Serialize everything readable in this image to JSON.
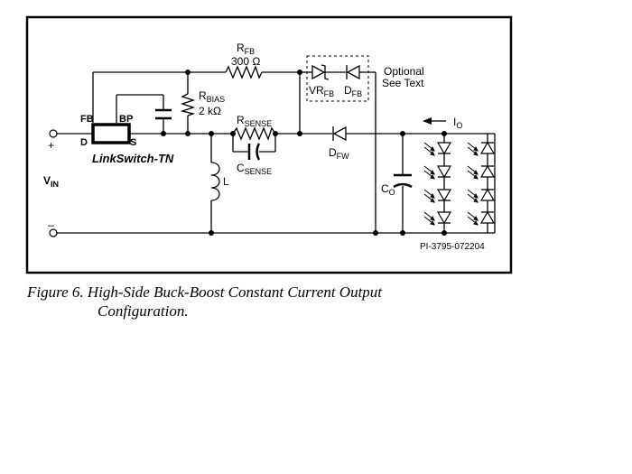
{
  "labels": {
    "rfb": "R",
    "rfb_sub": "FB",
    "rfb_value": "300 Ω",
    "rbias": "R",
    "rbias_sub": "BIAS",
    "rbias_value": "2 kΩ",
    "rsense": "R",
    "rsense_sub": "SENSE",
    "csense": "C",
    "csense_sub": "SENSE",
    "vrfb": "VR",
    "vrfb_sub": "FB",
    "dfb": "D",
    "dfb_sub": "FB",
    "dfw": "D",
    "dfw_sub": "FW",
    "optional": "Optional",
    "see_text": "See Text",
    "io": "I",
    "io_sub": "O",
    "co": "C",
    "co_sub": "O",
    "l": "L",
    "vin": "V",
    "vin_sub": "IN",
    "plus": "+",
    "minus": "–",
    "fb": "FB",
    "bp": "BP",
    "d": "D",
    "s": "S",
    "ic_name": "LinkSwitch-TN",
    "part_number": "PI-3795-072204"
  },
  "caption": {
    "line1": "Figure 6. High-Side Buck-Boost Constant Current Output",
    "line2": "Configuration."
  },
  "icons": [
    "resistor-icon",
    "capacitor-icon",
    "inductor-icon",
    "diode-icon",
    "zener-diode-icon",
    "led-icon",
    "terminal-icon"
  ]
}
